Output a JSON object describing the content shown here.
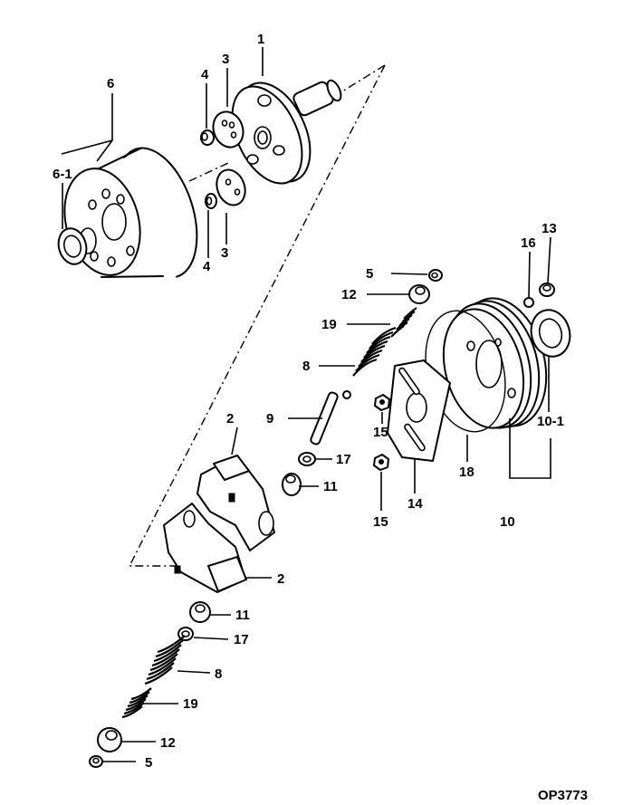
{
  "figure_code": "OP3773",
  "callouts": {
    "c1": "1",
    "c2_upper": "2",
    "c2_lower": "2",
    "c3_upper": "3",
    "c3_lower": "3",
    "c4_upper": "4",
    "c4_lower": "4",
    "c5_right": "5",
    "c5_bottom": "5",
    "c6": "6",
    "c6_1": "6-1",
    "c8_right": "8",
    "c8_left": "8",
    "c9": "9",
    "c10": "10",
    "c10_1": "10-1",
    "c11_right": "11",
    "c11_left": "11",
    "c12_right": "12",
    "c12_bottom": "12",
    "c13": "13",
    "c14": "14",
    "c15_upper": "15",
    "c15_lower": "15",
    "c16": "16",
    "c17_right": "17",
    "c17_left": "17",
    "c18": "18",
    "c19_right": "19",
    "c19_left": "19"
  }
}
